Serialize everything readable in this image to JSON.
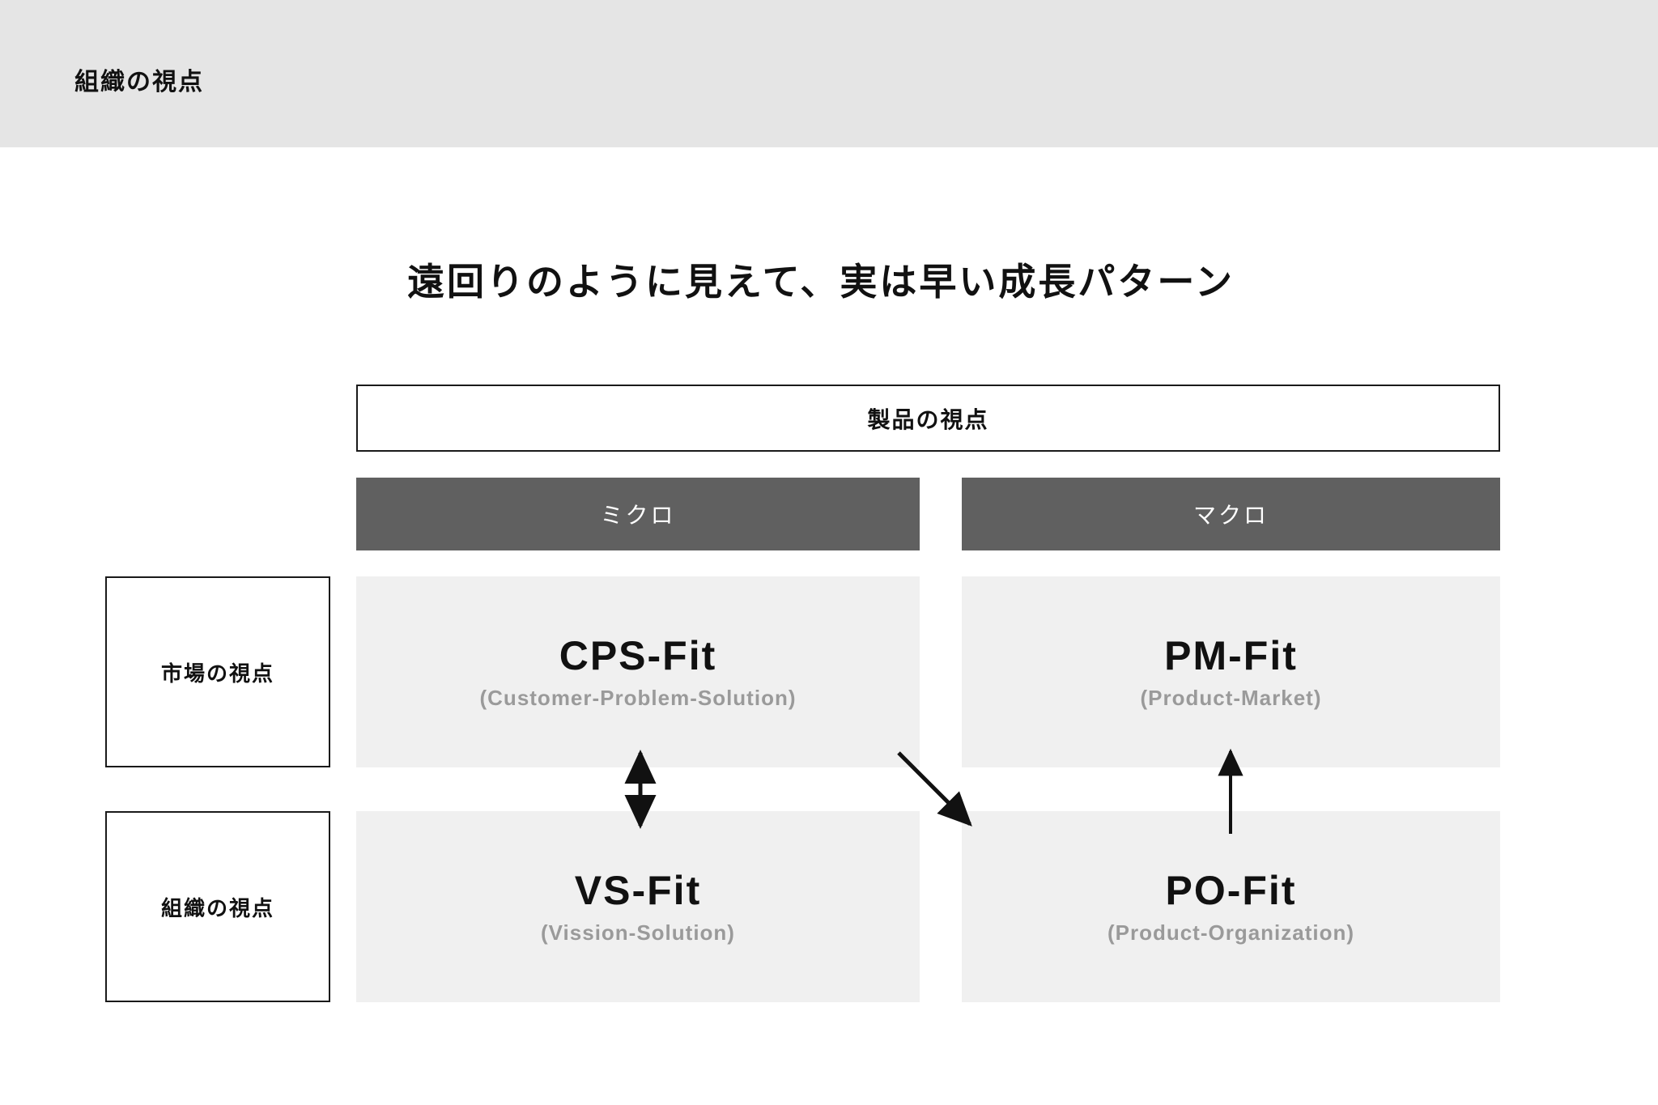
{
  "header": {
    "title": "組織の視点"
  },
  "slide": {
    "title": "遠回りのように見えて、実は早い成長パターン"
  },
  "matrix": {
    "product_axis_label": "製品の視点",
    "columns": [
      {
        "label": "ミクロ"
      },
      {
        "label": "マクロ"
      }
    ],
    "rows": [
      {
        "label": "市場の視点"
      },
      {
        "label": "組織の視点"
      }
    ],
    "cells": [
      {
        "id": "cps-fit",
        "name": "CPS-Fit",
        "subtitle": "(Customer-Problem-Solution)",
        "row": "市場の視点",
        "column": "ミクロ"
      },
      {
        "id": "pm-fit",
        "name": "PM-Fit",
        "subtitle": "(Product-Market)",
        "row": "市場の視点",
        "column": "マクロ"
      },
      {
        "id": "vs-fit",
        "name": "VS-Fit",
        "subtitle": "(Vission-Solution)",
        "row": "組織の視点",
        "column": "ミクロ"
      },
      {
        "id": "po-fit",
        "name": "PO-Fit",
        "subtitle": "(Product-Organization)",
        "row": "組織の視点",
        "column": "マクロ"
      }
    ],
    "arrows": [
      {
        "id": "cps-vs-bidirectional",
        "from": "CPS-Fit",
        "to": "VS-Fit",
        "style": "double-headed-vertical"
      },
      {
        "id": "cps-po-diagonal",
        "from": "CPS-Fit",
        "to": "PO-Fit",
        "style": "single-headed-diagonal"
      },
      {
        "id": "po-pm-up",
        "from": "PO-Fit",
        "to": "PM-Fit",
        "style": "single-headed-up"
      }
    ]
  },
  "colors": {
    "header_band": "#e5e5e5",
    "column_header": "#606060",
    "cell_background": "#f0f0f0",
    "subtitle_text": "#9a9a9a",
    "primary_text": "#111111",
    "border": "#1a1a1a"
  }
}
